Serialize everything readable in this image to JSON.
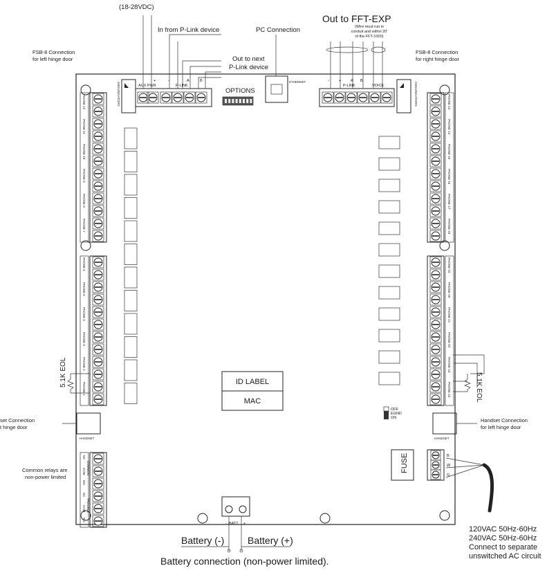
{
  "top_labels": {
    "power_voltage": "(18-28VDC)",
    "in_from_plink": "In from P-Link device",
    "pc_connection": "PC Connection",
    "out_to_fft_exp": "Out to FFT-EXP",
    "fft_note_line1": "(Wire must run in",
    "fft_note_line2": "conduit and within 20'",
    "fft_note_line3": "of the FFT-1000)",
    "out_to_next": "Out to next",
    "plink_device": "P-Link device",
    "fsb8_left_line1": "FSB-8 Connection",
    "fsb8_left_line2": "for left hinge door",
    "fsb8_right_line1": "FSB-8 Connection",
    "fsb8_right_line2": "for right hinge door"
  },
  "board_labels": {
    "options": "OPTIONS",
    "ethernet": "ETHERNET",
    "aux_pwr": "AUX PWR",
    "plink_left": "P-LINK",
    "plink_right": "P-LINK",
    "voice": "VOICE",
    "annunciators": "ANNUNCIATORS",
    "id_label": "ID LABEL",
    "mac": "MAC",
    "fuse": "FUSE",
    "handset": "HANDSET",
    "batt": "BATT",
    "off": "OFF",
    "egnd": "EGND",
    "on": "ON",
    "eol": "5.1K EOL"
  },
  "left_phones_top": [
    "PHONE 12",
    "PHONE 11",
    "PHONE 10",
    "PHONE 9",
    "PHONE 8",
    "PHONE 7"
  ],
  "left_phones_bottom": [
    "PHONE 6",
    "PHONE 5",
    "PHONE 4",
    "PHONE 3",
    "PHONE 2",
    "PHONE 1"
  ],
  "right_phones_top": [
    "PHONE 13",
    "PHONE 14",
    "PHONE 15",
    "PHONE 16",
    "PHONE 17",
    "PHONE 18"
  ],
  "right_phones_bottom": [
    "PHONE 19",
    "PHONE 20",
    "PHONE 21",
    "PHONE 22",
    "PHONE 23",
    "PHONE 24"
  ],
  "relay_labels": [
    "COMMON",
    "TROUBLE"
  ],
  "relay_terminals": [
    "NC",
    "COM",
    "NO"
  ],
  "ac_terminals": [
    "B",
    "W",
    "G"
  ],
  "side_labels": {
    "left_eol": "5.1K EOL",
    "right_eol": "5.1K EOL",
    "handset_left_line1": "set Connection",
    "handset_left_line2": "t hinge door",
    "handset_right_line1": "Handset Connection",
    "handset_right_line2": "for left hinge door",
    "relays_line1": "Common relays are",
    "relays_line2": "non-power limited"
  },
  "bottom_labels": {
    "battery_neg": "Battery (-)",
    "battery_pos": "Battery (+)",
    "battery_connection": "Battery connection (non-power limited).",
    "ac_line1": "120VAC 50Hz-60Hz",
    "ac_line2": "240VAC 50Hz-60Hz",
    "ac_line3": "Connect to separate",
    "ac_line4": "unswitched AC circuit"
  }
}
